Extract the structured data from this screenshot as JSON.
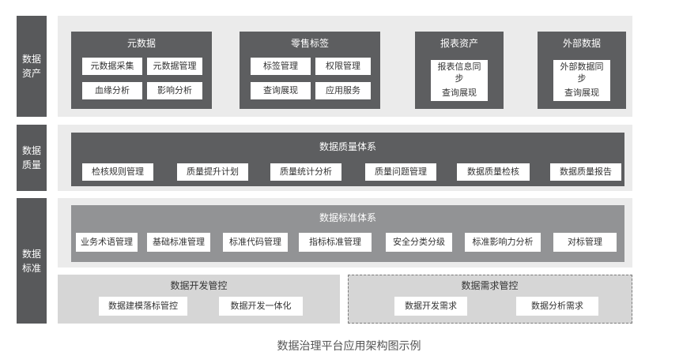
{
  "rows": {
    "asset": {
      "label": "数据\n资产",
      "groups": [
        {
          "title": "元数据",
          "items": [
            "元数据采集",
            "元数据管理",
            "血缘分析",
            "影响分析"
          ]
        },
        {
          "title": "零售标签",
          "items": [
            "标签管理",
            "权限管理",
            "查询展现",
            "应用服务"
          ]
        },
        {
          "title": "报表资产",
          "items": [
            "报表信息同步",
            "查询展现"
          ]
        },
        {
          "title": "外部数据",
          "items": [
            "外部数据同步",
            "查询展现"
          ]
        }
      ]
    },
    "quality": {
      "label": "数据\n质量",
      "title": "数据质量体系",
      "items": [
        "检核规则管理",
        "质量提升计划",
        "质量统计分析",
        "质量问题管理",
        "数据质量检核",
        "数据质量报告"
      ]
    },
    "standard": {
      "label": "数据\n标准",
      "title": "数据标准体系",
      "items": [
        "业务术语管理",
        "基础标准管理",
        "标准代码管理",
        "指标标准管理",
        "安全分类分级",
        "标准影响力分析",
        "对标管理"
      ],
      "dev": {
        "title": "数据开发管控",
        "items": [
          "数据建模落标管控",
          "数据开发一体化"
        ]
      },
      "demand": {
        "title": "数据需求管控",
        "items": [
          "数据开发需求",
          "数据分析需求"
        ]
      }
    }
  },
  "caption": "数据治理平台应用架构图示例"
}
